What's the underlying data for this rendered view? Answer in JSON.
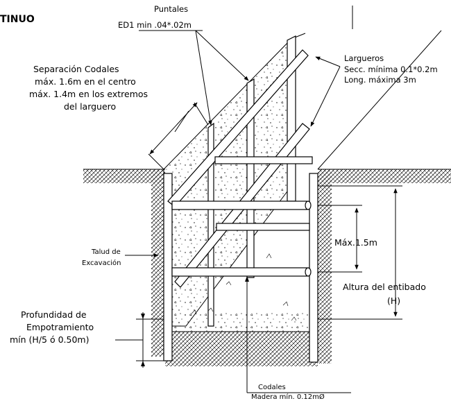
{
  "title": "TINUO",
  "labels": {
    "puntales_title": "Puntales",
    "puntales_spec": "ED1 min .04*.02m",
    "separacion_1": "Separación Codales",
    "separacion_2": "máx. 1.6m en el centro",
    "separacion_3": "máx. 1.4m en los extremos",
    "separacion_4": "del larguero",
    "largueros_title": "Largueros",
    "largueros_secc": "Secc. mínima 0.1*0.2m",
    "largueros_long": "Long. máxima 3m",
    "talud_1": "Talud de",
    "talud_2": "Excavación",
    "max_spacing": "Máx.1.5m",
    "altura_1": "Altura del entibado",
    "altura_2": "(H)",
    "profundidad_1": "Profundidad de",
    "profundidad_2": "Empotramiento",
    "profundidad_3": "mín (H/5 ó 0.50m)",
    "codales_title": "Codales",
    "codales_spec": "Madera mín. 0.12mØ"
  }
}
